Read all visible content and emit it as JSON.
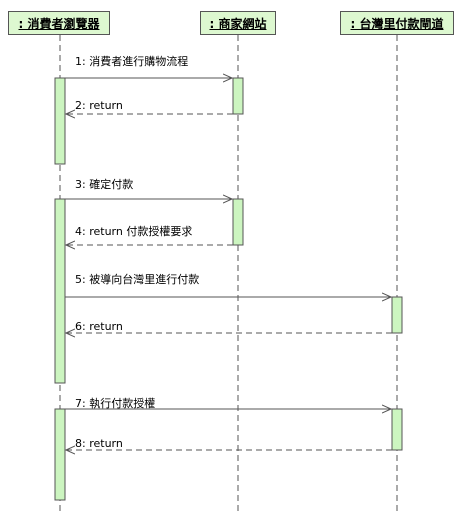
{
  "lifelines": [
    {
      "label": ": 消費者瀏覽器"
    },
    {
      "label": ": 商家網站"
    },
    {
      "label": ": 台灣里付款閘道"
    }
  ],
  "messages": [
    {
      "label": "1: 消費者進行購物流程",
      "kind": "call"
    },
    {
      "label": "2: return",
      "kind": "return"
    },
    {
      "label": "3: 確定付款",
      "kind": "call"
    },
    {
      "label": "4: return 付款授權要求",
      "kind": "return"
    },
    {
      "label": "5: 被導向台灣里進行付款",
      "kind": "call"
    },
    {
      "label": "6: return",
      "kind": "return"
    },
    {
      "label": "7: 執行付款授權",
      "kind": "call"
    },
    {
      "label": "8: return",
      "kind": "return"
    }
  ],
  "colors": {
    "activation_fill": "#ccf5c0",
    "head_fill": "#ddf8d0",
    "line": "#555555"
  }
}
